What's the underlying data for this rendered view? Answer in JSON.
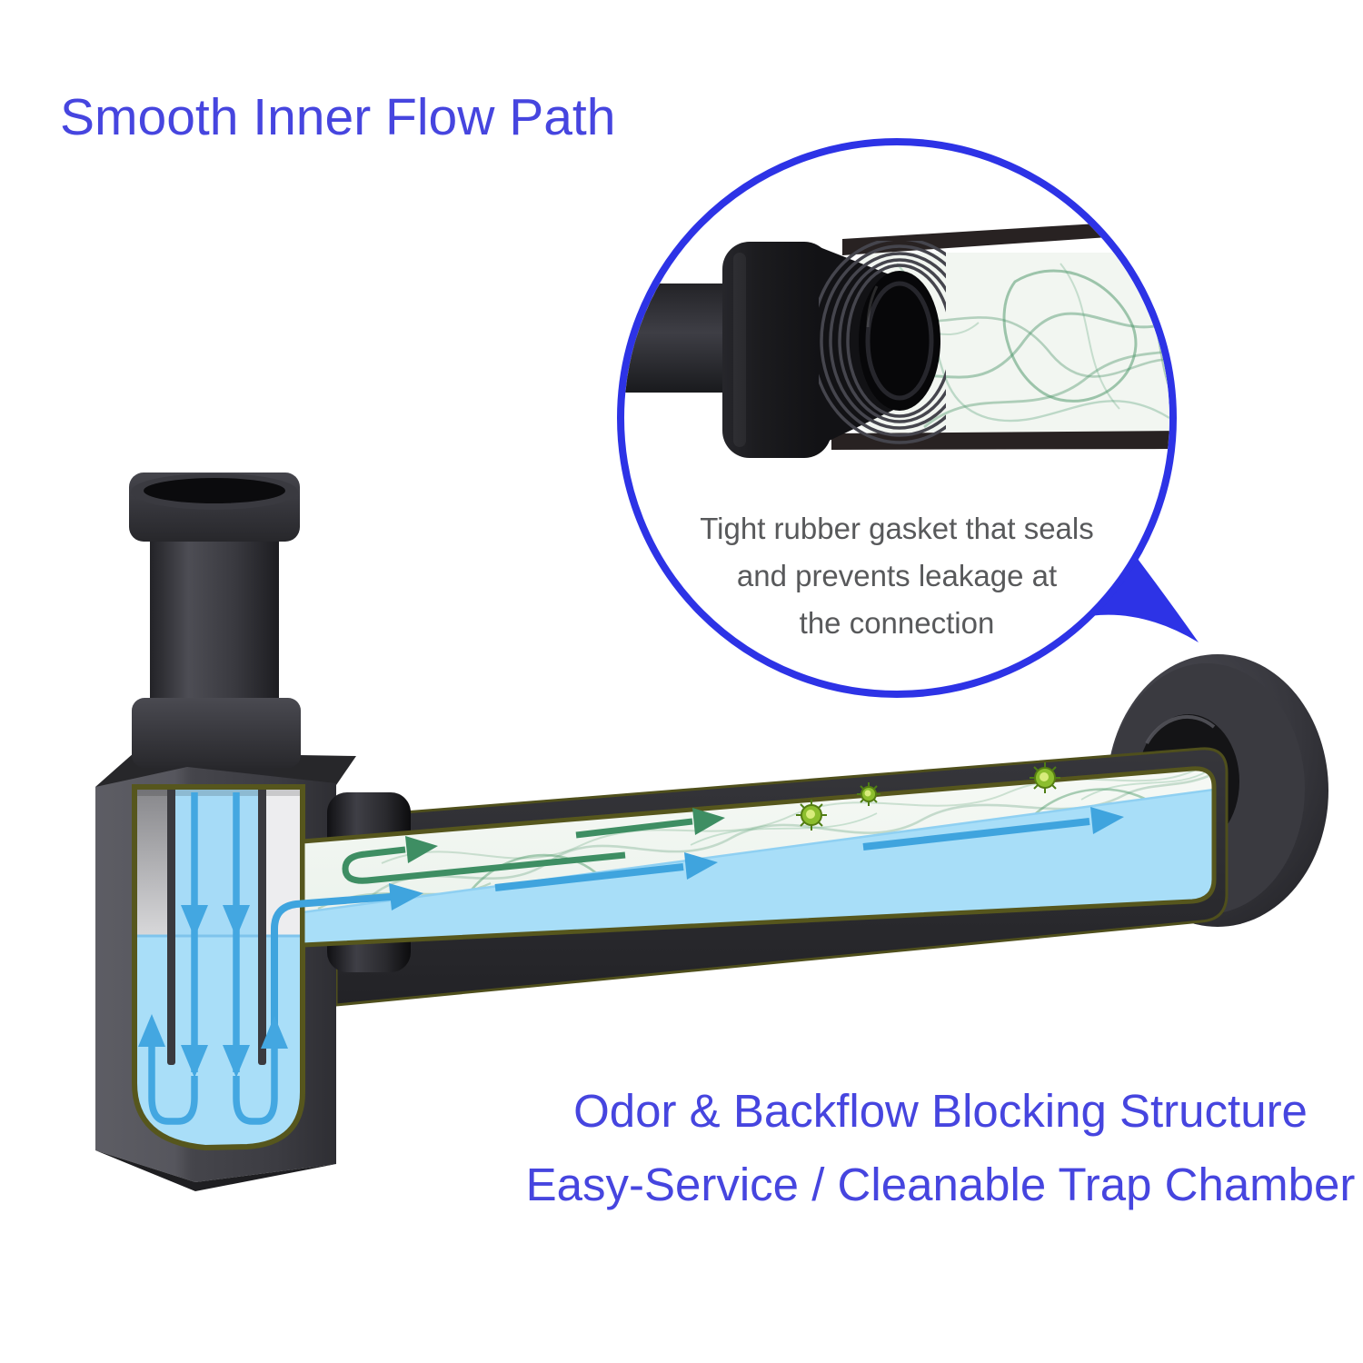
{
  "title": "Smooth Inner Flow Path",
  "magnifier_callout": {
    "line1": "Tight rubber gasket that seals",
    "line2": "and prevents leakage at",
    "line3": "the connection"
  },
  "features": {
    "line1": "Odor & Backflow Blocking Structure",
    "line2": "Easy-Service / Cleanable Trap Chamber"
  },
  "colors": {
    "accent_text_blue": "#4645DF",
    "magnifier_outline_blue": "#2D33E6",
    "water_blue": "#A8DEF8",
    "flow_arrow_blue": "#3FA4DE",
    "odor_arrow_green": "#3E8E63",
    "mesh_green": "#6FA888",
    "germ_green": "#8CBE2E",
    "body_dark_gray": "#3C3C41",
    "seal_outline_olive": "#56561D",
    "callout_text_gray": "#58595B"
  },
  "icons": {
    "germ": "germ-icon",
    "water_flow": "water-flow-arrow",
    "odor_flow": "odor-return-arrow",
    "magnifier": "magnifier-circle"
  }
}
